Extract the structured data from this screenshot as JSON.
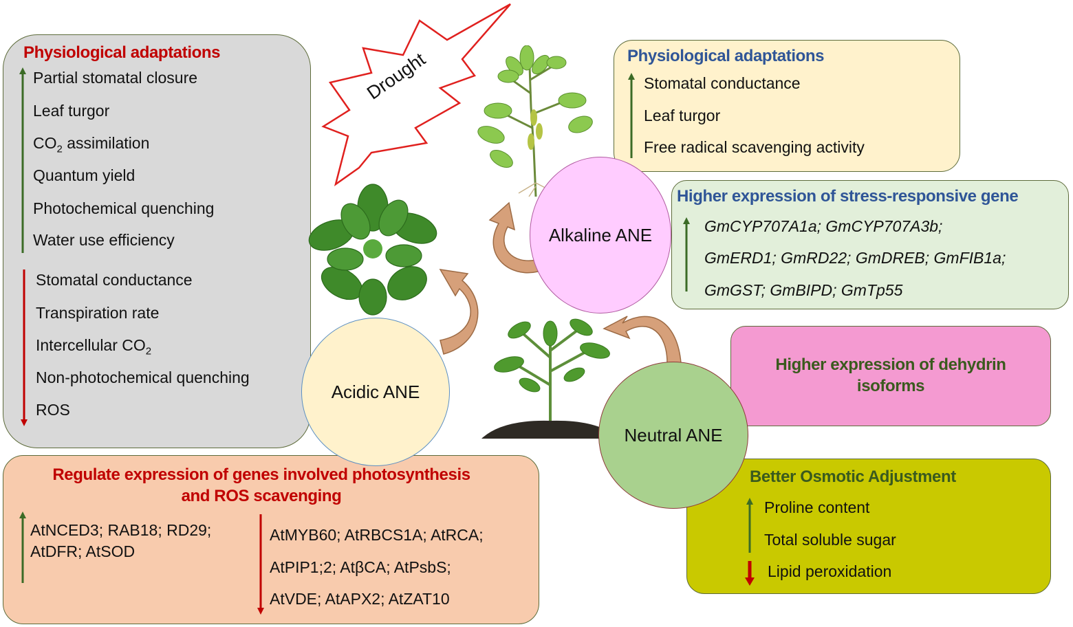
{
  "drought": {
    "label": "Drought"
  },
  "acidic": {
    "circle_label": "Acidic ANE",
    "physio_title": "Physiological adaptations",
    "up_items": [
      "Partial stomatal closure",
      "Leaf turgor",
      "CO",
      "Quantum  yield",
      "Photochemical quenching",
      "Water use efficiency"
    ],
    "co2_item": {
      "prefix": "CO",
      "sub": "2",
      "suffix": " assimilation"
    },
    "down_items": [
      "Stomatal conductance",
      "Transpiration rate",
      "Non-photochemical quenching",
      "ROS"
    ],
    "intercellular": {
      "prefix": "Intercellular CO",
      "sub": "2"
    },
    "genes_title_1": "Regulate expression of genes involved photosynthesis",
    "genes_title_2": "and ROS scavenging",
    "genes_up_1": "AtNCED3; RAB18; RD29;",
    "genes_up_2": "AtDFR; AtSOD",
    "genes_down_1": "AtMYB60; AtRBCS1A; AtRCA;",
    "genes_down_2": "AtPIP1;2; AtβCA; AtPsbS;",
    "genes_down_3": "AtVDE; AtAPX2; AtZAT10"
  },
  "alkaline": {
    "circle_label": "Alkaline ANE",
    "physio_title": "Physiological adaptations",
    "up_items": [
      "Stomatal conductance",
      "Leaf turgor",
      "Free radical scavenging activity"
    ],
    "genes_title": "Higher expression of stress-responsive gene",
    "genes_line_1": "GmCYP707A1a; GmCYP707A3b;",
    "genes_line_2": "GmERD1; GmRD22; GmDREB; GmFIB1a;",
    "genes_line_3": "GmGST; GmBIPD; GmTp55"
  },
  "neutral": {
    "circle_label": "Neutral ANE",
    "dehydrin_1": "Higher expression of dehydrin",
    "dehydrin_2": "isoforms",
    "osmotic_title": "Better Osmotic Adjustment",
    "up_items": [
      "Proline content",
      "Total soluble sugar"
    ],
    "down_items": [
      "Lipid peroxidation"
    ]
  },
  "colors": {
    "red_title": "#c00000",
    "blue_title": "#2f5597",
    "green_title": "#3a5a1e",
    "up_arrow": "#3b6b26",
    "down_arrow": "#c00000",
    "gray_box": "#d9d9d9",
    "yellow_box": "#fff2cc",
    "green_box": "#e2efda",
    "pink_box": "#f49ad1",
    "olive_box": "#c9c900",
    "salmon_box": "#f8cbad",
    "acidic_circle": "#fff2cc",
    "alkaline_circle": "#ffccff",
    "neutral_circle": "#a9d18e"
  }
}
